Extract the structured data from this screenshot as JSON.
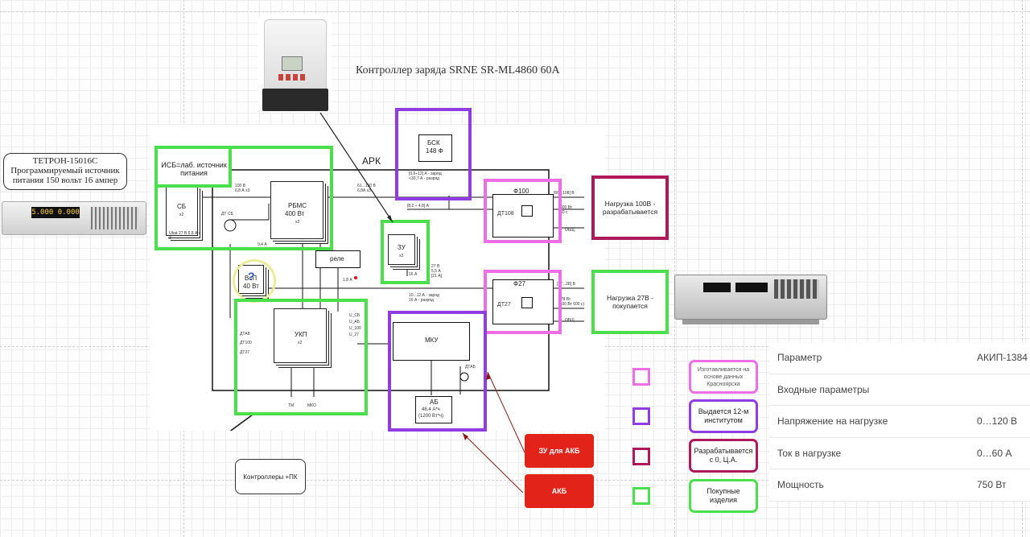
{
  "title": "Контроллер заряда SRNE SR-ML4860 60A",
  "tetron": {
    "line1": "ТЕТРОН-15016С",
    "line2": "Программируемый источник",
    "line3": "питания 150 вольт 16 ампер",
    "display": "5.000 0.000"
  },
  "diagram": {
    "ark": "АРК",
    "isb": "ИСБ=лаб. источник питания",
    "sb": "СБ",
    "sb_x2": "х2",
    "sb_spec": "Ubat 27 В 6.8 А х 3",
    "rbms": "РБМС",
    "rbms_power": "400 Вт",
    "rbms_x3": "х3",
    "dt_sb": "ДТ СБ",
    "bsk": "БСК",
    "bsk_val": "148 Ф",
    "bsk_note": "[0,6÷12] А - заряд\n<30,7 А - разряд",
    "zu": "ЗУ",
    "zu_x3": "х3",
    "rele": "реле",
    "vsp": "ВсП",
    "vsp_power": "40 Вт",
    "f100": "Ф100",
    "dt100": "ДТ108",
    "f27": "Ф27",
    "dt27": "ДТ27",
    "ukp": "УКП",
    "ukp_x2": "х2",
    "mku": "МКУ",
    "dtab": "ДТАБ",
    "ab": "АБ",
    "ab_cap": "48,4 А*ч",
    "ab_energy": "(1200 Вт*ч)",
    "tm": "ТМ",
    "mko": "МКО",
    "dt_ab_in": "ДТАБ",
    "dt100_in": "ДТ100",
    "dt27_in": "ДТ27",
    "u_sb": "U_СБ",
    "u_ab": "U_АБ",
    "u_100": "U_100",
    "u_27": "U_27",
    "v100_range": "[66...108] В",
    "v100_out": "800 Вт\n60 с",
    "obsch": "ОБЩ.",
    "v27_range": "[27...28] В",
    "v27_out": "178 Вт\n(500 Вт 600 с)",
    "obsch2": "ОБЩ.",
    "sb_line": "100 В\n6,8 А х3",
    "bsk_line": "61...150 В\n6,8А х3",
    "bus_zu": "[8,2 ÷ 4,8] А",
    "zu_out": "27 В\n5,5 А\n[21 А]",
    "ab_line": "10...12 А - заряд\n16 А - разряд",
    "rele_cur": "1,8 А",
    "cur_04": "0,4 А",
    "cur_16": "16 А"
  },
  "loads": {
    "load100": "Нагрузка 100В - разрабатывается",
    "load27": "Нагрузка 27В - покупается"
  },
  "red": {
    "zu_akb": "ЗУ для АКБ",
    "akb": "АКБ"
  },
  "controllers_pk": "Контроллеры +ПК",
  "legend": [
    {
      "text": "Изготавливается на основе данных Красноярска",
      "color": "#ee6ee5"
    },
    {
      "text": "Выдается 12-м институтом",
      "color": "#8f3de3"
    },
    {
      "text": "Разрабатывается с 0, Ц.А.",
      "color": "#b0185c"
    },
    {
      "text": "Покупные изделия",
      "color": "#4be04b"
    }
  ],
  "params": {
    "header": {
      "name": "Параметр",
      "value": "АКИП-1384"
    },
    "rows": [
      {
        "name": "Входные параметры",
        "value": ""
      },
      {
        "name": "Напряжение на нагрузке",
        "value": "0…120 В"
      },
      {
        "name": "Ток в нагрузке",
        "value": "0…60 А"
      },
      {
        "name": "Мощность",
        "value": "750 Вт"
      }
    ]
  },
  "colors": {
    "green": "#4be04b",
    "pink": "#ee6ee5",
    "purple": "#8f3de3",
    "maroon": "#b0185c",
    "red": "#e2231a"
  }
}
